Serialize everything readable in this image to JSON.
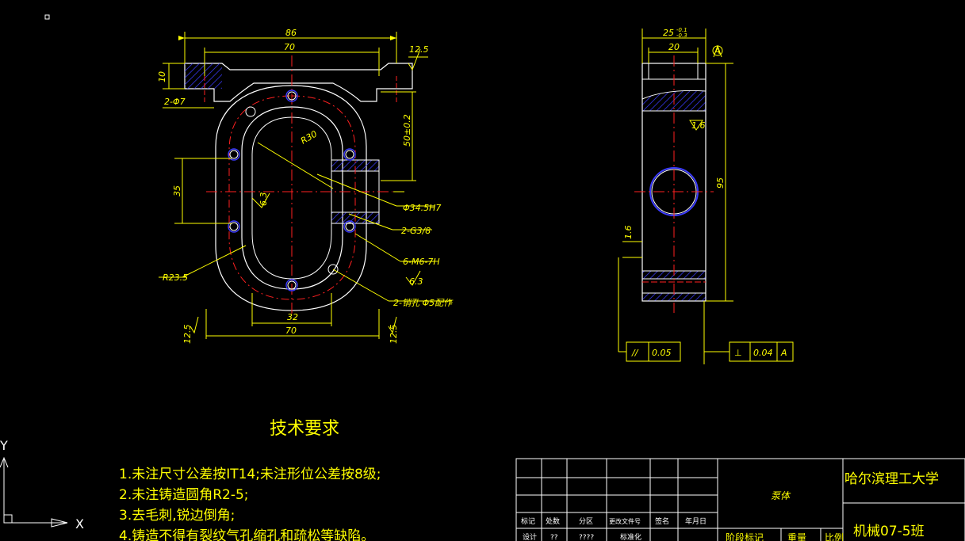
{
  "drawing": {
    "front_view": {
      "dims": {
        "d86": "86",
        "d70_top": "70",
        "d10": "10",
        "d2_phi7": "2-Φ7",
        "rough_top": "12.5",
        "d50": "50±0.2",
        "r30": "R30",
        "d35": "35",
        "d6_3_left": "6.3",
        "d34_5": "Φ34.5H7",
        "g3_8": "2-G3/8",
        "m6": "6-M6-7H",
        "d6_3_right": "6.3",
        "r23_5": "R23.5",
        "pin": "2-销孔 Φ5配作",
        "d32": "32",
        "d70_bottom": "70",
        "rough_bl": "12.5",
        "rough_br": "12.5"
      }
    },
    "side_view": {
      "dims": {
        "d25": "25",
        "d25_tol_upper": "-0.1",
        "d25_tol_lower": "-0.3",
        "d20": "20",
        "datum": "A",
        "d95": "95",
        "rough_16_top": "1.6",
        "rough_16_left": "1.6"
      },
      "tolerances": {
        "parallel_symbol": "//",
        "parallel_value": "0.05",
        "perp_symbol": "⊥",
        "perp_value": "0.04",
        "perp_datum": "A"
      }
    }
  },
  "requirements": {
    "title": "技术要求",
    "items": [
      "1.未注尺寸公差按IT14;未注形位公差按8级;",
      "2.未注铸造圆角R2-5;",
      "3.去毛刺,锐边倒角;",
      "4.铸造不得有裂纹气孔缩孔和疏松等缺陷。"
    ]
  },
  "title_block": {
    "part_name": "泵体",
    "school": "哈尔滨理工大学",
    "class_name": "机械07-5班",
    "headers": [
      "标记",
      "处数",
      "分区",
      "更改文件号",
      "签名",
      "年月日"
    ],
    "row2": [
      "设计",
      "??",
      "????",
      "标准化"
    ],
    "stage_label": "阶段标记",
    "weight_label": "重量",
    "scale_label": "比例"
  },
  "ucs": {
    "x_label": "X",
    "y_label": "Y"
  },
  "colors": {
    "background": "#000000",
    "outline": "#ffffff",
    "dimension": "#ffff00",
    "centerline": "#ff0000",
    "hatch": "#0000ff",
    "hole": "#0000ff"
  }
}
